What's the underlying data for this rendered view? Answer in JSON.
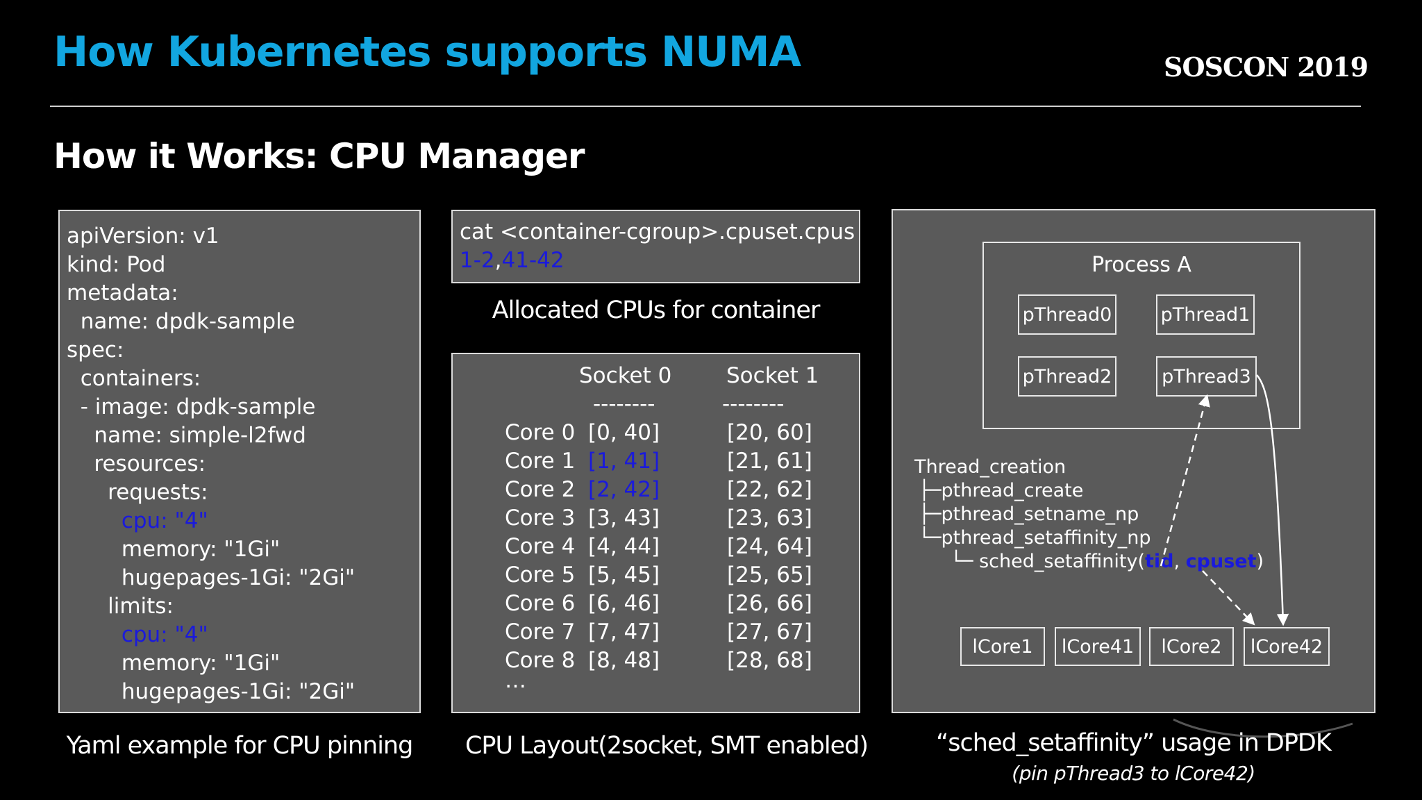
{
  "header": {
    "title": "How Kubernetes supports NUMA",
    "brand": "SOSCON 2019"
  },
  "subtitle": "How it Works: CPU Manager",
  "yaml": {
    "lines": [
      {
        "text": "apiVersion: v1",
        "highlight": false
      },
      {
        "text": "kind: Pod",
        "highlight": false
      },
      {
        "text": "metadata:",
        "highlight": false
      },
      {
        "text": "  name: dpdk-sample",
        "highlight": false
      },
      {
        "text": "spec:",
        "highlight": false
      },
      {
        "text": "  containers:",
        "highlight": false
      },
      {
        "text": "  - image: dpdk-sample",
        "highlight": false
      },
      {
        "text": "    name: simple-l2fwd",
        "highlight": false
      },
      {
        "text": "    resources:",
        "highlight": false
      },
      {
        "text": "      requests:",
        "highlight": false
      },
      {
        "text": "        cpu: \"4\"",
        "highlight": true
      },
      {
        "text": "        memory: \"1Gi\"",
        "highlight": false
      },
      {
        "text": "        hugepages-1Gi: \"2Gi\"",
        "highlight": false
      },
      {
        "text": "      limits:",
        "highlight": false
      },
      {
        "text": "        cpu: \"4\"",
        "highlight": true
      },
      {
        "text": "        memory: \"1Gi\"",
        "highlight": false
      },
      {
        "text": "        hugepages-1Gi: \"2Gi\"",
        "highlight": false
      }
    ],
    "caption": "Yaml example for CPU pinning"
  },
  "cpuset": {
    "command": "cat <container-cgroup>.cpuset.cpus",
    "range1": "1-2",
    "separator": ",",
    "range2": "41-42",
    "caption": "Allocated CPUs for container"
  },
  "cpu_layout": {
    "socket0_header": "Socket 0",
    "socket1_header": "Socket 1",
    "socket0_divider": "--------",
    "socket1_divider": "--------",
    "rows": [
      {
        "core": "Core 0",
        "s0": "[0, 40]",
        "s1": "[20, 60]",
        "highlight": false
      },
      {
        "core": "Core 1",
        "s0": "[1, 41]",
        "s1": "[21, 61]",
        "highlight": true
      },
      {
        "core": "Core 2",
        "s0": "[2, 42]",
        "s1": "[22, 62]",
        "highlight": true
      },
      {
        "core": "Core 3",
        "s0": "[3, 43]",
        "s1": "[23, 63]",
        "highlight": false
      },
      {
        "core": "Core 4",
        "s0": "[4, 44]",
        "s1": "[24, 64]",
        "highlight": false
      },
      {
        "core": "Core 5",
        "s0": "[5, 45]",
        "s1": "[25, 65]",
        "highlight": false
      },
      {
        "core": "Core 6",
        "s0": "[6, 46]",
        "s1": "[26, 66]",
        "highlight": false
      },
      {
        "core": "Core 7",
        "s0": "[7, 47]",
        "s1": "[27, 67]",
        "highlight": false
      },
      {
        "core": "Core 8",
        "s0": "[8, 48]",
        "s1": "[28, 68]",
        "highlight": false
      }
    ],
    "ellipsis": "…",
    "caption": "CPU Layout(2socket, SMT enabled)"
  },
  "dpdk": {
    "process_label": "Process A",
    "threads": [
      "pThread0",
      "pThread1",
      "pThread2",
      "pThread3"
    ],
    "tree": {
      "root": "Thread_creation",
      "items": [
        "├─pthread_create",
        "├─pthread_setname_np",
        "└─pthread_setaffinity_np"
      ],
      "call_prefix": "└─ sched_setaffinity(",
      "arg1": "tid",
      "comma": ", ",
      "arg2": "cpuset",
      "call_suffix": ")"
    },
    "cores": [
      "lCore1",
      "lCore41",
      "lCore2",
      "lCore42"
    ],
    "caption": "“sched_setaffinity” usage in DPDK",
    "subcaption": "(pin pThread3 to lCore42)"
  },
  "colors": {
    "title": "#12a6e0",
    "panel": "#5a5a5a",
    "highlight": "#1a1adb"
  }
}
